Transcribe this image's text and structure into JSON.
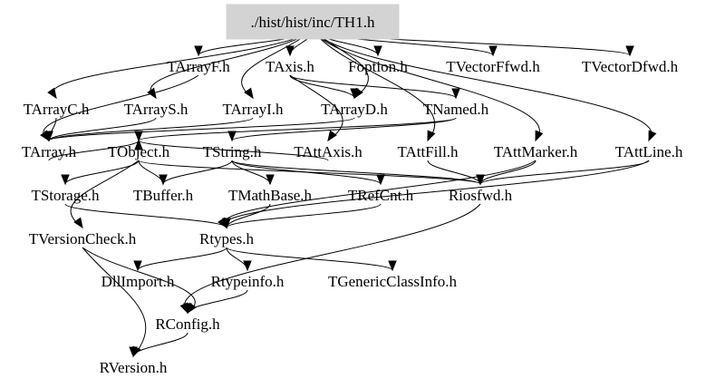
{
  "graph": {
    "title": "./hist/hist/inc/TH1.h include dependency graph",
    "root": "./hist/hist/inc/TH1.h",
    "colors": {
      "root_fill": "#d3d3d3",
      "edge": "#000000",
      "text": "#000000",
      "background": "#ffffff"
    },
    "nodes": [
      {
        "id": "TH1",
        "label": "./hist/hist/inc/TH1.h",
        "root": true
      },
      {
        "id": "TArrayF",
        "label": "TArrayF.h"
      },
      {
        "id": "TAxis",
        "label": "TAxis.h"
      },
      {
        "id": "Foption",
        "label": "Foption.h"
      },
      {
        "id": "TVectorFfwd",
        "label": "TVectorFfwd.h"
      },
      {
        "id": "TVectorDfwd",
        "label": "TVectorDfwd.h"
      },
      {
        "id": "TArrayC",
        "label": "TArrayC.h"
      },
      {
        "id": "TArrayS",
        "label": "TArrayS.h"
      },
      {
        "id": "TArrayI",
        "label": "TArrayI.h"
      },
      {
        "id": "TArrayD",
        "label": "TArrayD.h"
      },
      {
        "id": "TNamed",
        "label": "TNamed.h"
      },
      {
        "id": "TArray",
        "label": "TArray.h"
      },
      {
        "id": "TObject",
        "label": "TObject.h"
      },
      {
        "id": "TString",
        "label": "TString.h"
      },
      {
        "id": "TAttAxis",
        "label": "TAttAxis.h"
      },
      {
        "id": "TAttFill",
        "label": "TAttFill.h"
      },
      {
        "id": "TAttMarker",
        "label": "TAttMarker.h"
      },
      {
        "id": "TAttLine",
        "label": "TAttLine.h"
      },
      {
        "id": "TStorage",
        "label": "TStorage.h"
      },
      {
        "id": "TBuffer",
        "label": "TBuffer.h"
      },
      {
        "id": "TMathBase",
        "label": "TMathBase.h"
      },
      {
        "id": "TRefCnt",
        "label": "TRefCnt.h"
      },
      {
        "id": "Riosfwd",
        "label": "Riosfwd.h"
      },
      {
        "id": "TVersionCheck",
        "label": "TVersionCheck.h"
      },
      {
        "id": "Rtypes",
        "label": "Rtypes.h"
      },
      {
        "id": "DllImport",
        "label": "DllImport.h"
      },
      {
        "id": "Rtypeinfo",
        "label": "Rtypeinfo.h"
      },
      {
        "id": "TGenericClassInfo",
        "label": "TGenericClassInfo.h"
      },
      {
        "id": "RConfig",
        "label": "RConfig.h"
      },
      {
        "id": "RVersion",
        "label": "RVersion.h"
      }
    ],
    "edges": [
      [
        "TH1",
        "TArrayF"
      ],
      [
        "TH1",
        "TAxis"
      ],
      [
        "TH1",
        "Foption"
      ],
      [
        "TH1",
        "TVectorFfwd"
      ],
      [
        "TH1",
        "TVectorDfwd"
      ],
      [
        "TH1",
        "TArrayC"
      ],
      [
        "TH1",
        "TArrayS"
      ],
      [
        "TH1",
        "TArrayI"
      ],
      [
        "TH1",
        "TArrayD"
      ],
      [
        "TAxis",
        "TNamed"
      ],
      [
        "TAxis",
        "TAttAxis"
      ],
      [
        "TAxis",
        "TArrayD"
      ],
      [
        "TH1",
        "TAttLine"
      ],
      [
        "TH1",
        "TAttFill"
      ],
      [
        "TH1",
        "TAttMarker"
      ],
      [
        "TArrayF",
        "TArray"
      ],
      [
        "TArrayC",
        "TArray"
      ],
      [
        "TArrayS",
        "TArray"
      ],
      [
        "TArrayI",
        "TArray"
      ],
      [
        "TArrayD",
        "TArray"
      ],
      [
        "TNamed",
        "TObject"
      ],
      [
        "TNamed",
        "TString"
      ],
      [
        "TArray",
        "TObject"
      ],
      [
        "TAttAxis",
        "TObject"
      ],
      [
        "TObject",
        "TStorage"
      ],
      [
        "TObject",
        "TBuffer"
      ],
      [
        "TObject",
        "TVersionCheck"
      ],
      [
        "TObject",
        "Riosfwd"
      ],
      [
        "TString",
        "TBuffer"
      ],
      [
        "TString",
        "TMathBase"
      ],
      [
        "TString",
        "TRefCnt"
      ],
      [
        "TString",
        "Riosfwd"
      ],
      [
        "TAttFill",
        "Riosfwd"
      ],
      [
        "TAttMarker",
        "Riosfwd"
      ],
      [
        "TAttLine",
        "Riosfwd"
      ],
      [
        "TStorage",
        "Rtypes"
      ],
      [
        "TMathBase",
        "Rtypes"
      ],
      [
        "TRefCnt",
        "Rtypes"
      ],
      [
        "TAttLine",
        "Rtypes"
      ],
      [
        "TAttMarker",
        "Rtypes"
      ],
      [
        "TVersionCheck",
        "RVersion"
      ],
      [
        "TVersionCheck",
        "RConfig"
      ],
      [
        "Rtypes",
        "DllImport"
      ],
      [
        "Rtypes",
        "Rtypeinfo"
      ],
      [
        "Rtypes",
        "TGenericClassInfo"
      ],
      [
        "Rtypeinfo",
        "RConfig"
      ],
      [
        "Riosfwd",
        "RConfig"
      ],
      [
        "RConfig",
        "RVersion"
      ]
    ]
  }
}
